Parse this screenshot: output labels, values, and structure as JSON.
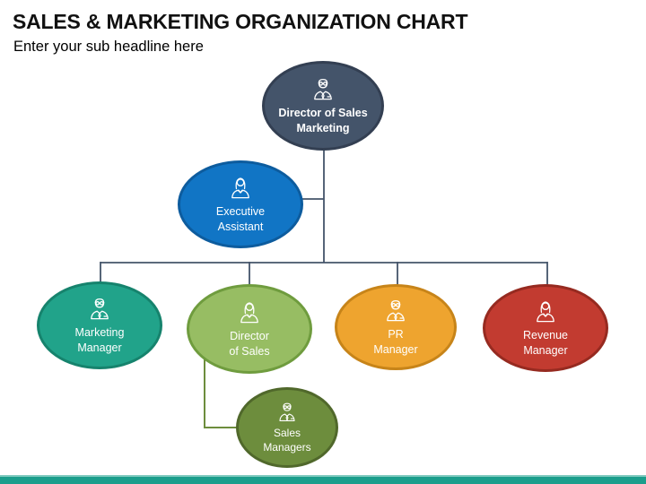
{
  "slide": {
    "title": "SALES & MARKETING ORGANIZATION CHART",
    "subtitle": "Enter your sub headline here"
  },
  "nodes": [
    {
      "id": "director-of-sales-marketing",
      "line1": "Director of Sales",
      "line2": "Marketing",
      "icon": "man-glasses-icon",
      "fill": "#44546a"
    },
    {
      "id": "executive-assistant",
      "line1": "Executive",
      "line2": "Assistant",
      "icon": "woman-icon",
      "fill": "#1175c5"
    },
    {
      "id": "marketing-manager",
      "line1": "Marketing",
      "line2": "Manager",
      "icon": "man-glasses-icon",
      "fill": "#21a38a"
    },
    {
      "id": "director-of-sales",
      "line1": "Director",
      "line2": "of Sales",
      "icon": "woman-icon",
      "fill": "#97bd63"
    },
    {
      "id": "pr-manager",
      "line1": "PR",
      "line2": "Manager",
      "icon": "man-glasses-icon",
      "fill": "#eea42f"
    },
    {
      "id": "revenue-manager",
      "line1": "Revenue",
      "line2": "Manager",
      "icon": "woman-icon",
      "fill": "#c23b30"
    },
    {
      "id": "sales-managers",
      "line1": "Sales",
      "line2": "Managers",
      "icon": "man-glasses-icon",
      "fill": "#6d8d3d"
    }
  ],
  "colors": {
    "title_text": "#111111",
    "subtitle_text": "#000000",
    "node_text": "#ffffff",
    "icon_stroke": "#ffffff",
    "connector": "#44546a",
    "connector_sales": "#6d8d3d",
    "bottom_bar": "#1b9e8c",
    "director_fill": "#44546a",
    "director_border": "#333f52",
    "ea_fill": "#1175c5",
    "ea_border": "#0d5c9e",
    "marketing_fill": "#21a38a",
    "marketing_border": "#16836d",
    "sales_director_fill": "#97bd63",
    "sales_director_border": "#6f9c3e",
    "pr_fill": "#eea42f",
    "pr_border": "#c78419",
    "revenue_fill": "#c23b30",
    "revenue_border": "#962a20",
    "sales_managers_fill": "#6d8d3d",
    "sales_managers_border": "#50682b"
  }
}
